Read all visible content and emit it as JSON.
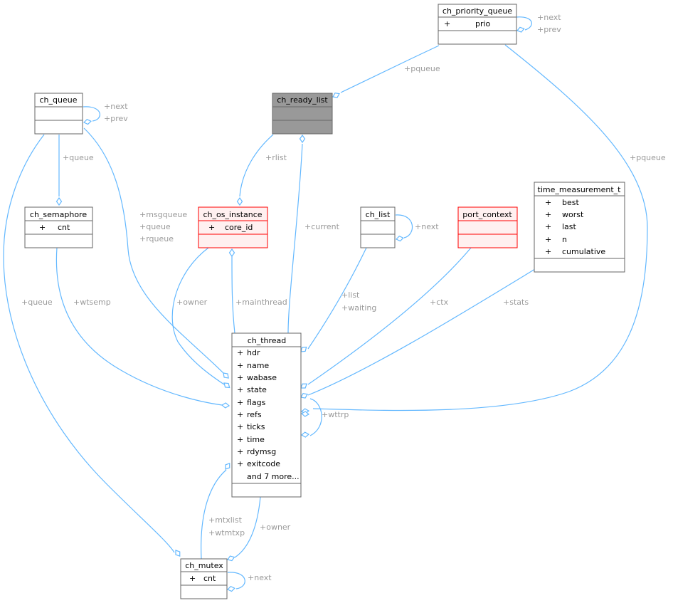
{
  "nodes": {
    "ch_priority_queue": {
      "title": "ch_priority_queue",
      "attrs": [
        {
          "vis": "+",
          "name": "prio"
        }
      ]
    },
    "ch_ready_list": {
      "title": "ch_ready_list",
      "attrs": []
    },
    "ch_queue": {
      "title": "ch_queue",
      "attrs": []
    },
    "ch_semaphore": {
      "title": "ch_semaphore",
      "attrs": [
        {
          "vis": "+",
          "name": "cnt"
        }
      ]
    },
    "ch_os_instance": {
      "title": "ch_os_instance",
      "attrs": [
        {
          "vis": "+",
          "name": "core_id"
        }
      ]
    },
    "ch_list": {
      "title": "ch_list",
      "attrs": []
    },
    "port_context": {
      "title": "port_context",
      "attrs": []
    },
    "time_measurement_t": {
      "title": "time_measurement_t",
      "attrs": [
        {
          "vis": "+",
          "name": "best"
        },
        {
          "vis": "+",
          "name": "worst"
        },
        {
          "vis": "+",
          "name": "last"
        },
        {
          "vis": "+",
          "name": "n"
        },
        {
          "vis": "+",
          "name": "cumulative"
        }
      ]
    },
    "ch_thread": {
      "title": "ch_thread",
      "attrs": [
        {
          "vis": "+",
          "name": "hdr"
        },
        {
          "vis": "+",
          "name": "name"
        },
        {
          "vis": "+",
          "name": "wabase"
        },
        {
          "vis": "+",
          "name": "state"
        },
        {
          "vis": "+",
          "name": "flags"
        },
        {
          "vis": "+",
          "name": "refs"
        },
        {
          "vis": "+",
          "name": "ticks"
        },
        {
          "vis": "+",
          "name": "time"
        },
        {
          "vis": "+",
          "name": "rdymsg"
        },
        {
          "vis": "+",
          "name": "exitcode"
        },
        {
          "vis": "",
          "name": "and 7 more..."
        }
      ]
    },
    "ch_mutex": {
      "title": "ch_mutex",
      "attrs": [
        {
          "vis": "+",
          "name": "cnt"
        }
      ]
    }
  },
  "edge_labels": {
    "pq_next": "+next",
    "pq_prev": "+prev",
    "pq_ready": "+pqueue",
    "pq_thread": "+pqueue",
    "q_next": "+next",
    "q_prev": "+prev",
    "q_sem": "+queue",
    "q_mutex": "+queue",
    "q_thread_1": "+msgqueue",
    "q_thread_2": "+queue",
    "q_thread_3": "+rqueue",
    "rlist": "+rlist",
    "current": "+current",
    "list_next": "+next",
    "list_1": "+list",
    "list_2": "+waiting",
    "wtsemp": "+wtsemp",
    "owner_os": "+owner",
    "mainthread": "+mainthread",
    "ctx": "+ctx",
    "stats": "+stats",
    "wttrp": "+wttrp",
    "mtxlist": "+mtxlist",
    "wtmtxp": "+wtmtxp",
    "owner_mtx": "+owner",
    "mtx_next": "+next"
  }
}
